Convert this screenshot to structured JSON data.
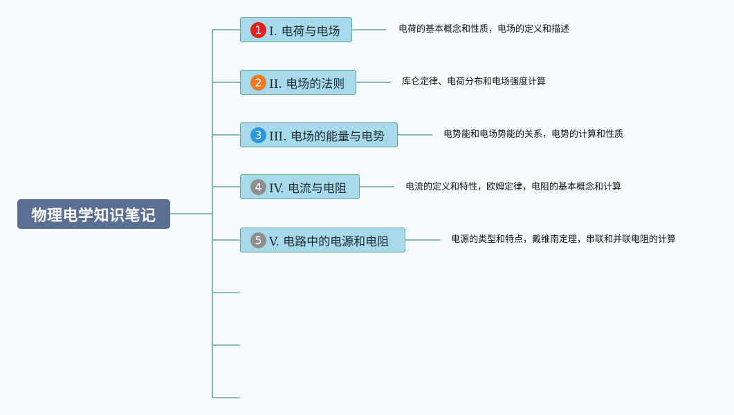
{
  "root": {
    "title": "物理电学知识笔记"
  },
  "colors": {
    "line": "#5fa79a",
    "root_fill": "#5a6f93",
    "topic_fill": "#a6d9e9"
  },
  "topics": [
    {
      "number": "1",
      "label": "I. 电荷与电场",
      "badge_color": "#e0231d",
      "note": "电荷的基本概念和性质，电场的定义和描述"
    },
    {
      "number": "2",
      "label": "II. 电场的法则",
      "badge_color": "#ea7a25",
      "note": "库仑定律、电荷分布和电场强度计算"
    },
    {
      "number": "3",
      "label": "III. 电场的能量与电势",
      "badge_color": "#2e98dc",
      "note": "电势能和电场势能的关系，电势的计算和性质"
    },
    {
      "number": "4",
      "label": "IV. 电流与电阻",
      "badge_color": "#8f8f8f",
      "note": "电流的定义和特性，欧姆定律，电阻的基本概念和计算"
    },
    {
      "number": "5",
      "label": "V. 电路中的电源和电阻",
      "badge_color": "#8f8f8f",
      "note": "电源的类型和特点，戴维南定理，串联和并联电阻的计算"
    }
  ]
}
